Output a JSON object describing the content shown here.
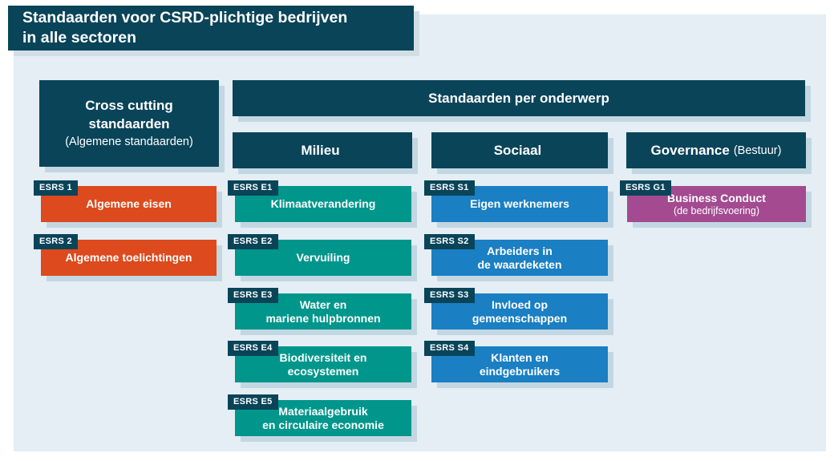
{
  "title": {
    "line1": "Standaarden voor CSRD-plichtige bedrijven",
    "line2": "in alle sectoren"
  },
  "colors": {
    "navy": "#0a4459",
    "orange": "#dc4a1d",
    "teal": "#00968b",
    "blue": "#1a7fc3",
    "purple": "#a34a91",
    "panel": "#e4eef4",
    "shadow": "#c3d7e2",
    "page": "#ffffff",
    "text": "#ffffff"
  },
  "cross_cutting": {
    "header_line1": "Cross cutting",
    "header_line2": "standaarden",
    "header_subtitle": "(Algemene standaarden)",
    "items": [
      {
        "tag": "ESRS 1",
        "line1": "Algemene eisen",
        "line2": ""
      },
      {
        "tag": "ESRS 2",
        "line1": "Algemene toelichtingen",
        "line2": ""
      }
    ]
  },
  "topics": {
    "header": "Standaarden per onderwerp",
    "columns": [
      {
        "header": "Milieu",
        "header_suffix": "",
        "items": [
          {
            "tag": "ESRS E1",
            "line1": "Klimaatverandering",
            "line2": ""
          },
          {
            "tag": "ESRS E2",
            "line1": "Vervuiling",
            "line2": ""
          },
          {
            "tag": "ESRS E3",
            "line1": "Water en",
            "line2": "mariene hulpbronnen"
          },
          {
            "tag": "ESRS E4",
            "line1": "Biodiversiteit en",
            "line2": "ecosystemen"
          },
          {
            "tag": "ESRS E5",
            "line1": "Materiaalgebruik",
            "line2": "en circulaire economie"
          }
        ]
      },
      {
        "header": "Sociaal",
        "header_suffix": "",
        "items": [
          {
            "tag": "ESRS S1",
            "line1": "Eigen werknemers",
            "line2": ""
          },
          {
            "tag": "ESRS S2",
            "line1": "Arbeiders in",
            "line2": "de waardeketen"
          },
          {
            "tag": "ESRS S3",
            "line1": "Invloed op",
            "line2": "gemeenschappen"
          },
          {
            "tag": "ESRS S4",
            "line1": "Klanten en",
            "line2": "eindgebruikers"
          }
        ]
      },
      {
        "header": "Governance",
        "header_suffix": "(Bestuur)",
        "items": [
          {
            "tag": "ESRS G1",
            "line1": "Business Conduct",
            "line2": "(de bedrijfsvoering)"
          }
        ]
      }
    ]
  }
}
